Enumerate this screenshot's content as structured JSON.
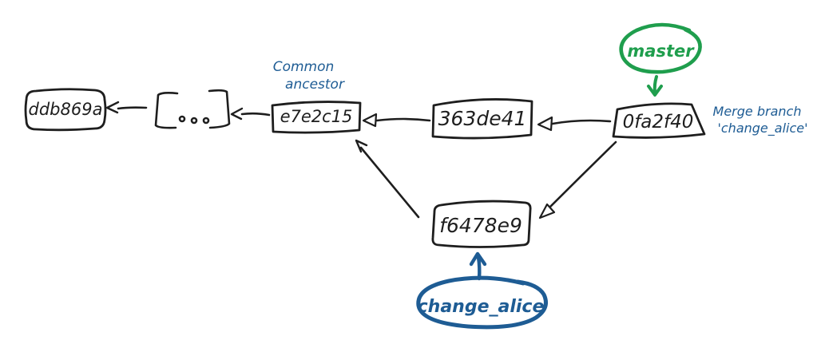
{
  "diagram": {
    "type": "git-commit-graph",
    "commits": {
      "oldest": "ddb869a",
      "ellipsis": "[...]",
      "common_ancestor": "e7e2c15",
      "middle": "363de41",
      "merge": "0fa2f40",
      "feature": "f6478e9"
    },
    "branches": {
      "master": "master",
      "alice": "change_alice"
    },
    "annotations": {
      "common_ancestor_line1": "Common",
      "common_ancestor_line2": "ancestor",
      "merge_note_line1": "Merge branch",
      "merge_note_line2": "'change_alice'"
    },
    "edges": [
      {
        "from": "[...]",
        "to": "ddb869a"
      },
      {
        "from": "e7e2c15",
        "to": "[...]"
      },
      {
        "from": "363de41",
        "to": "e7e2c15"
      },
      {
        "from": "0fa2f40",
        "to": "363de41"
      },
      {
        "from": "f6478e9",
        "to": "e7e2c15"
      },
      {
        "from": "0fa2f40",
        "to": "f6478e9"
      },
      {
        "from": "master",
        "to": "0fa2f40",
        "kind": "branch-pointer"
      },
      {
        "from": "change_alice",
        "to": "f6478e9",
        "kind": "branch-pointer"
      }
    ],
    "colors": {
      "ink": "#1e1e1e",
      "master_green": "#1f9e4d",
      "alice_blue": "#1e5c94",
      "background": "#ffffff"
    }
  }
}
